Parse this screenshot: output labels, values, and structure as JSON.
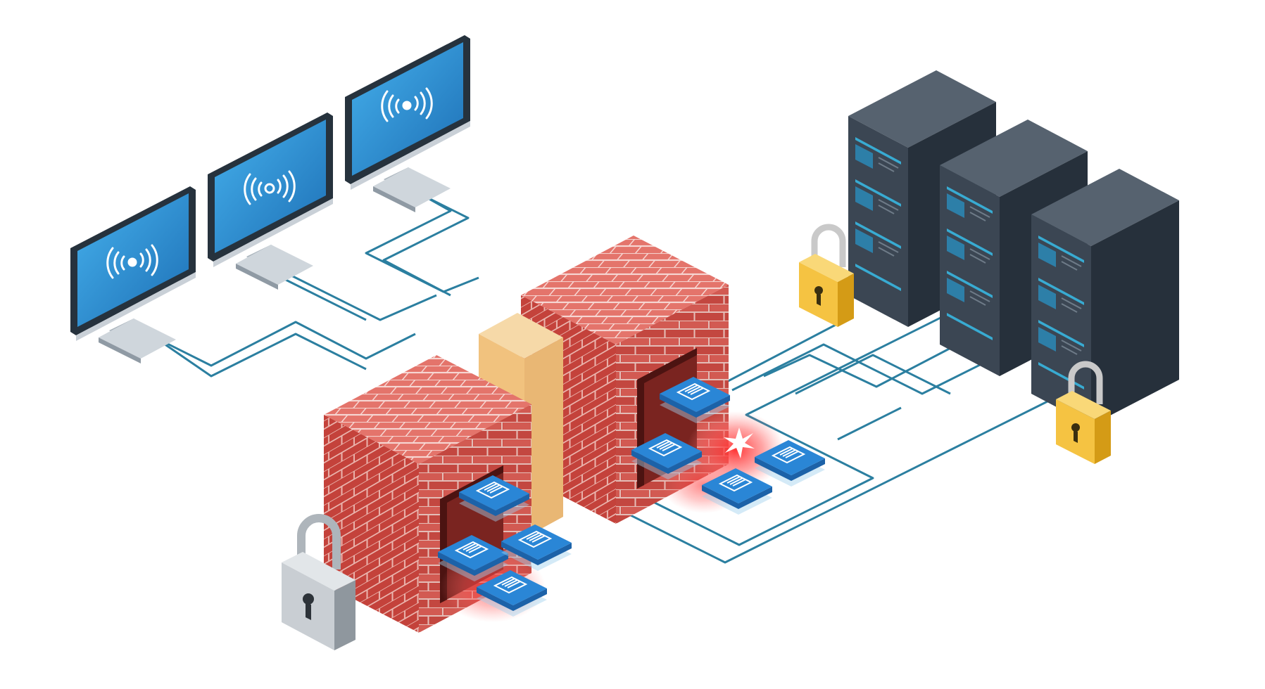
{
  "scene": {
    "type": "isometric network security illustration",
    "background": "#ffffff",
    "colors": {
      "cable": "#2b7fa0",
      "screen_light": "#3aa2e0",
      "screen_dark": "#1d6fb5",
      "monitor_frame": "#26323d",
      "monitor_stand": "#b9c3cc",
      "brick": "#d9524a",
      "brick_light": "#e8776e",
      "brick_shadow": "#b63a34",
      "mortar": "#f3d3ce",
      "gate": "#f1c27e",
      "packet": "#2a86d6",
      "packet_dark": "#1c62a8",
      "glow_red": "#ff3b3b",
      "server_front": "#3b4653",
      "server_side": "#26303b",
      "server_top": "#56626f",
      "server_light": "#38b6e0",
      "lock_gold": "#f5c342",
      "lock_gold_dark": "#d49b16",
      "lock_silver": "#c9ced3",
      "lock_silver_dark": "#8f979e"
    },
    "icons": {
      "monitors": [
        "wifi-signal-icon",
        "wifi-signal-icon",
        "wifi-signal-icon"
      ],
      "packets": "document-icon",
      "locks": [
        "padlock-silver-icon",
        "padlock-gold-icon",
        "padlock-gold-icon"
      ],
      "burst": "spark-burst-icon"
    },
    "counts": {
      "monitors": 3,
      "server_racks": 3,
      "firewall_walls": 2,
      "data_packets": 8,
      "padlocks": 3
    }
  }
}
